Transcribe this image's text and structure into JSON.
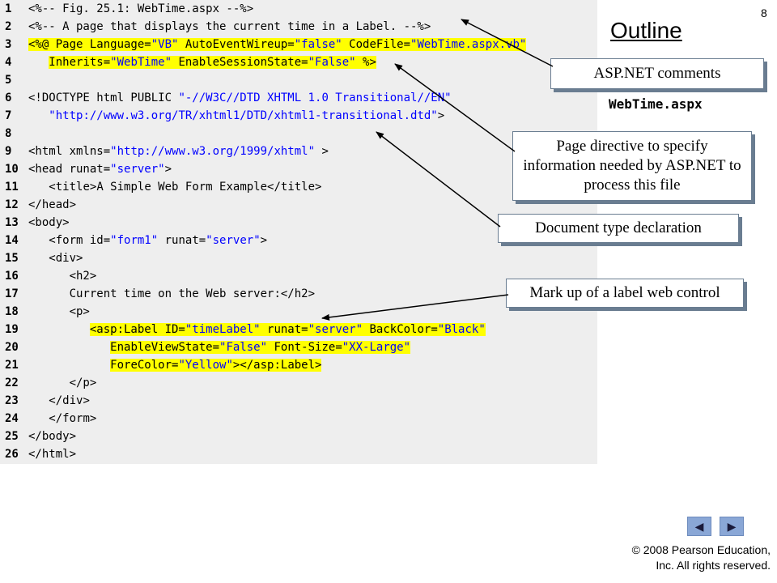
{
  "page_number": "8",
  "outline_title": "Outline",
  "file_name": "WebTime.aspx",
  "code_lines": [
    {
      "n": "1",
      "parts": [
        {
          "t": "<%-- Fig. 25.1: WebTime.aspx --%>",
          "c": "cmt"
        }
      ]
    },
    {
      "n": "2",
      "parts": [
        {
          "t": "<%-- A page that displays the current time in a Label. --%>",
          "c": "cmt"
        }
      ]
    },
    {
      "n": "3",
      "hl": true,
      "parts": [
        {
          "t": "<%@ Page Language=",
          "c": "dir"
        },
        {
          "t": "\"VB\"",
          "c": "str"
        },
        {
          "t": " AutoEventWireup=",
          "c": "dir"
        },
        {
          "t": "\"false\"",
          "c": "str"
        },
        {
          "t": " CodeFile=",
          "c": "dir"
        },
        {
          "t": "\"WebTime.aspx.vb\"",
          "c": "str"
        }
      ]
    },
    {
      "n": "4",
      "hl": true,
      "indent": "   ",
      "parts": [
        {
          "t": "Inherits=",
          "c": "dir"
        },
        {
          "t": "\"WebTime\"",
          "c": "str"
        },
        {
          "t": " EnableSessionState=",
          "c": "dir"
        },
        {
          "t": "\"False\"",
          "c": "str"
        },
        {
          "t": " %>",
          "c": "dir"
        }
      ]
    },
    {
      "n": "5",
      "parts": []
    },
    {
      "n": "6",
      "parts": [
        {
          "t": "<!DOCTYPE html PUBLIC ",
          "c": "dir"
        },
        {
          "t": "\"-//W3C//DTD XHTML 1.0 Transitional//EN\"",
          "c": "str"
        }
      ]
    },
    {
      "n": "7",
      "indent": "   ",
      "parts": [
        {
          "t": "\"http://www.w3.org/TR/xhtml1/DTD/xhtml1-transitional.dtd\"",
          "c": "str"
        },
        {
          "t": ">",
          "c": "dir"
        }
      ]
    },
    {
      "n": "8",
      "parts": []
    },
    {
      "n": "9",
      "parts": [
        {
          "t": "<html xmlns=",
          "c": "dir"
        },
        {
          "t": "\"http://www.w3.org/1999/xhtml\"",
          "c": "str"
        },
        {
          "t": " >",
          "c": "dir"
        }
      ]
    },
    {
      "n": "10",
      "parts": [
        {
          "t": "<head runat=",
          "c": "dir"
        },
        {
          "t": "\"server\"",
          "c": "str"
        },
        {
          "t": ">",
          "c": "dir"
        }
      ]
    },
    {
      "n": "11",
      "indent": "   ",
      "parts": [
        {
          "t": "<title>",
          "c": "dir"
        },
        {
          "t": "A Simple Web Form Example",
          "c": "txt"
        },
        {
          "t": "</title>",
          "c": "dir"
        }
      ]
    },
    {
      "n": "12",
      "parts": [
        {
          "t": "</head>",
          "c": "dir"
        }
      ]
    },
    {
      "n": "13",
      "parts": [
        {
          "t": "<body>",
          "c": "dir"
        }
      ]
    },
    {
      "n": "14",
      "indent": "   ",
      "parts": [
        {
          "t": "<form id=",
          "c": "dir"
        },
        {
          "t": "\"form1\"",
          "c": "str"
        },
        {
          "t": " runat=",
          "c": "dir"
        },
        {
          "t": "\"server\"",
          "c": "str"
        },
        {
          "t": ">",
          "c": "dir"
        }
      ]
    },
    {
      "n": "15",
      "indent": "   ",
      "parts": [
        {
          "t": "<div>",
          "c": "dir"
        }
      ]
    },
    {
      "n": "16",
      "indent": "      ",
      "parts": [
        {
          "t": "<h2>",
          "c": "dir"
        }
      ]
    },
    {
      "n": "17",
      "indent": "      ",
      "parts": [
        {
          "t": "Current time on the Web server:",
          "c": "txt"
        },
        {
          "t": "</h2>",
          "c": "dir"
        }
      ]
    },
    {
      "n": "18",
      "indent": "      ",
      "parts": [
        {
          "t": "<p>",
          "c": "dir"
        }
      ]
    },
    {
      "n": "19",
      "hl": true,
      "indent": "         ",
      "parts": [
        {
          "t": "<asp:Label ID=",
          "c": "dir"
        },
        {
          "t": "\"timeLabel\"",
          "c": "str"
        },
        {
          "t": " runat=",
          "c": "dir"
        },
        {
          "t": "\"server\"",
          "c": "str"
        },
        {
          "t": " BackColor=",
          "c": "dir"
        },
        {
          "t": "\"Black\"",
          "c": "str"
        }
      ]
    },
    {
      "n": "20",
      "hl": true,
      "indent": "            ",
      "parts": [
        {
          "t": "EnableViewState=",
          "c": "dir"
        },
        {
          "t": "\"False\"",
          "c": "str"
        },
        {
          "t": " Font-Size=",
          "c": "dir"
        },
        {
          "t": "\"XX-Large\"",
          "c": "str"
        }
      ]
    },
    {
      "n": "21",
      "hl": true,
      "indent": "            ",
      "parts": [
        {
          "t": "ForeColor=",
          "c": "dir"
        },
        {
          "t": "\"Yellow\"",
          "c": "str"
        },
        {
          "t": "></asp:Label>",
          "c": "dir"
        }
      ]
    },
    {
      "n": "22",
      "indent": "      ",
      "parts": [
        {
          "t": "</p>",
          "c": "dir"
        }
      ]
    },
    {
      "n": "23",
      "indent": "   ",
      "parts": [
        {
          "t": "</div>",
          "c": "dir"
        }
      ]
    },
    {
      "n": "24",
      "indent": "   ",
      "parts": [
        {
          "t": "</form>",
          "c": "dir"
        }
      ]
    },
    {
      "n": "25",
      "parts": [
        {
          "t": "</body>",
          "c": "dir"
        }
      ]
    },
    {
      "n": "26",
      "parts": [
        {
          "t": "</html>",
          "c": "dir"
        }
      ]
    }
  ],
  "callouts": {
    "asp_comments": "ASP.NET comments",
    "page_directive": "Page directive to specify information needed by ASP.NET to process this file",
    "doctype": "Document type declaration",
    "label_markup": "Mark up of a label web control"
  },
  "nav": {
    "back_label": "◀",
    "forward_label": "▶"
  },
  "copyright": {
    "line1": "© 2008 Pearson Education,",
    "line2": "Inc.  All rights reserved."
  },
  "colors": {
    "highlight": "#ffff00",
    "string": "#0000ff",
    "code_background": "#eeeeee",
    "callout_shadow": "#6a7d91",
    "nav_button": "#8aa7d6"
  }
}
